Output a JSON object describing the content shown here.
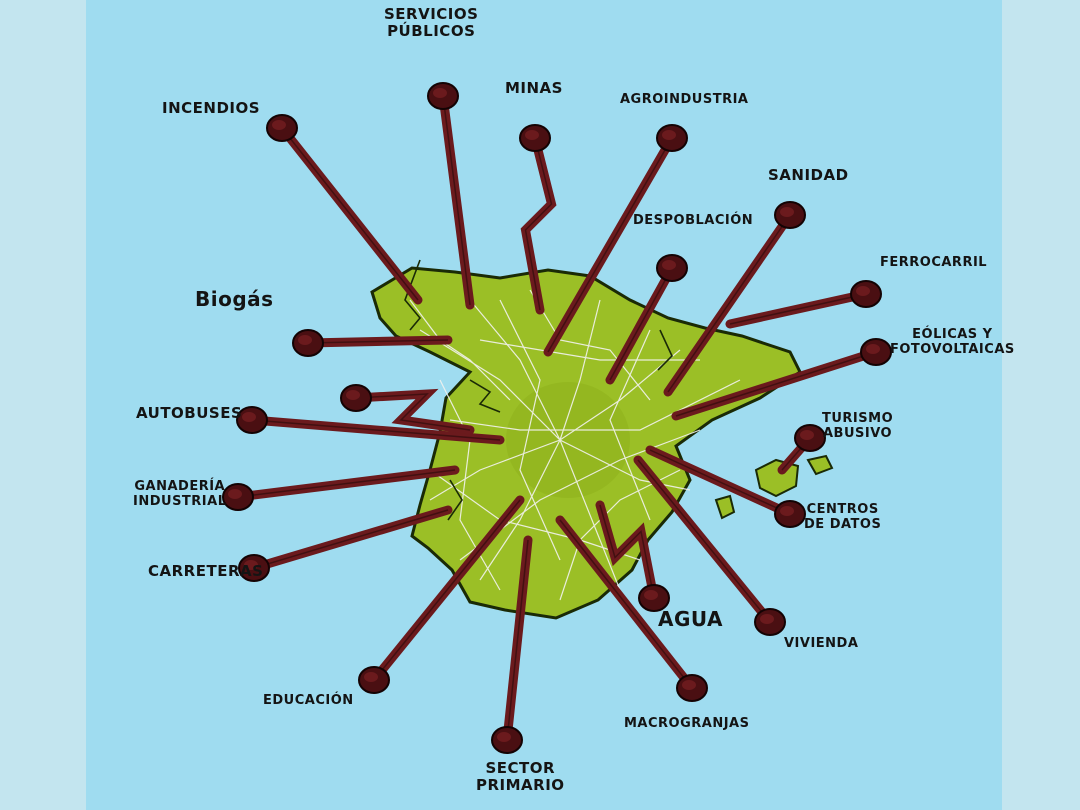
{
  "colors": {
    "sea": "#9fdcf0",
    "land": "#9bbf26",
    "land_dark": "#6f8f16",
    "nail": "#6b1a1d",
    "nail_head": "#4a0f12",
    "crack": "#f2f2ee",
    "ink": "#141414"
  },
  "labels": {
    "servicios_publicos": "SERVICIOS\nPÚBLICOS",
    "incendios": "INCENDIOS",
    "minas": "MINAS",
    "agroindustria": "AGROINDUSTRIA",
    "sanidad": "SANIDAD",
    "despoblacion": "DESPOBLACIÓN",
    "ferrocarril": "FERROCARRIL",
    "biogas": "Biogás",
    "eolicas": "EÓLICAS Y\nFOTOVOLTAICAS",
    "autobuses": "AUTOBUSES",
    "turismo": "TURISMO\nABUSIVO",
    "ganaderia": "GANADERÍA\nINDUSTRIAL",
    "centros_datos": "CENTROS\nDE DATOS",
    "carreteras": "CARRETERAS",
    "agua": "AGUA",
    "vivienda": "VIVIENDA",
    "educacion": "EDUCACIÓN",
    "macrogranjas": "MACROGRANJAS",
    "sector_primario": "SECTOR\nPRIMARIO"
  }
}
